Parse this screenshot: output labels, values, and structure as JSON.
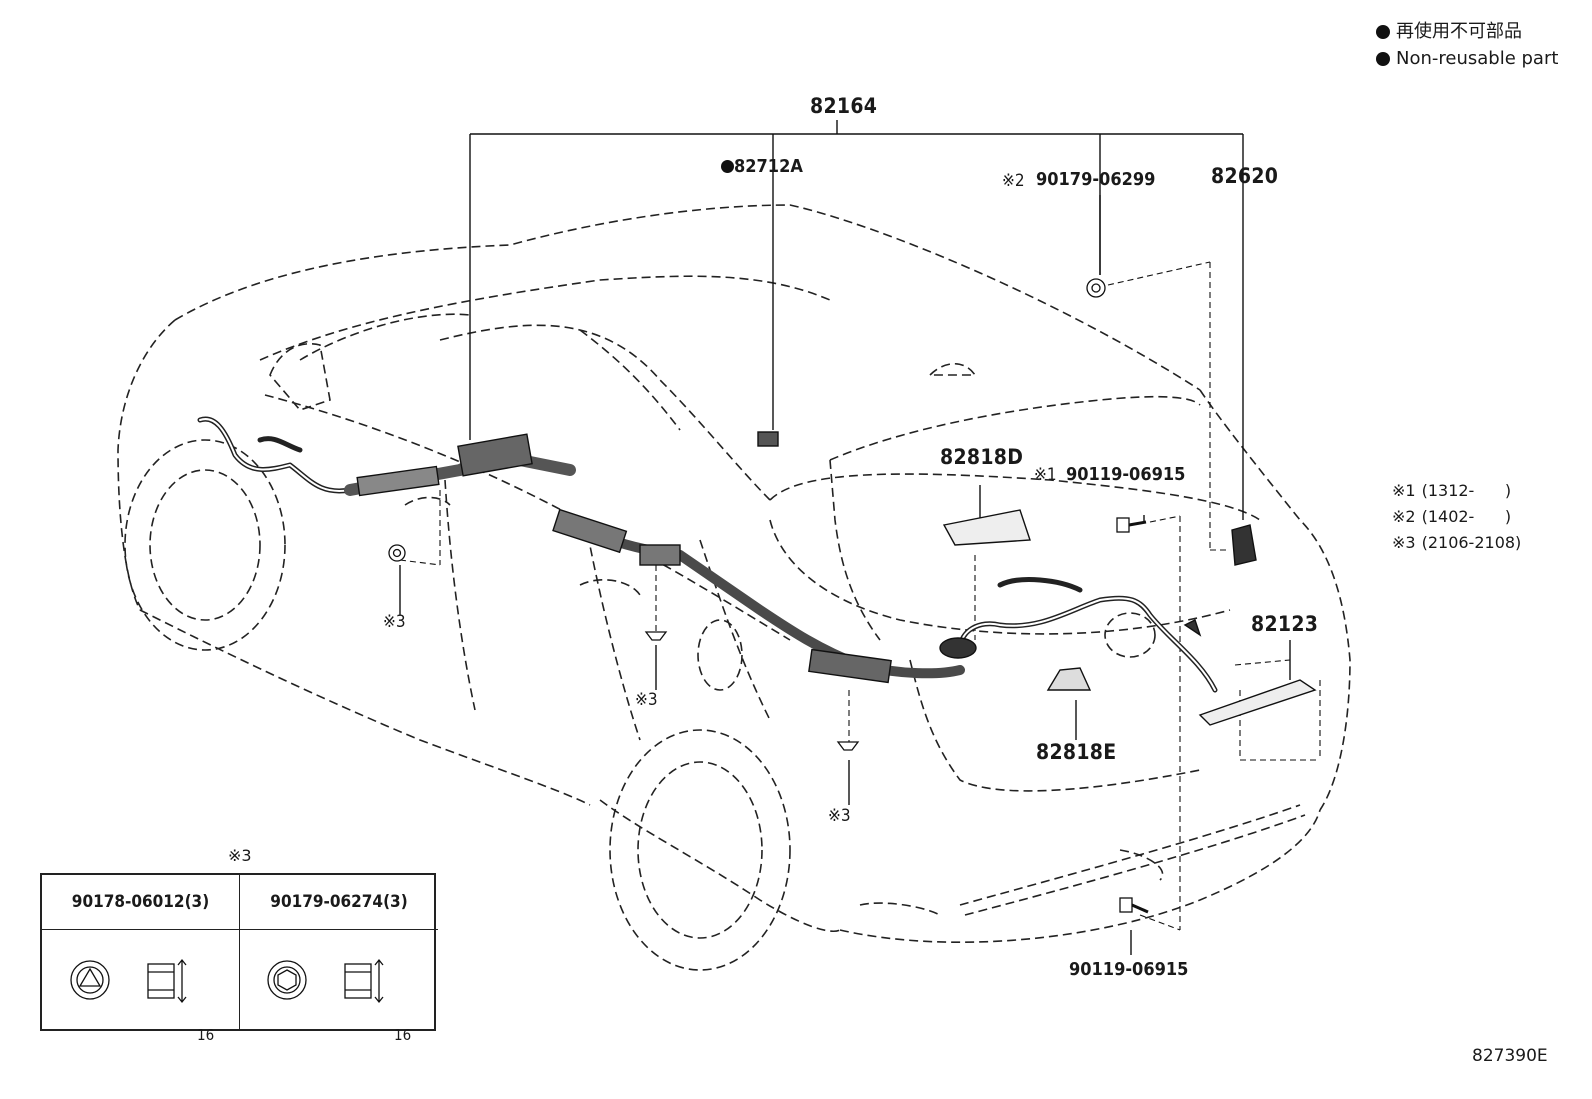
{
  "legend": {
    "items": [
      {
        "symbol": "filled-dot",
        "text": "再使用不可部品"
      },
      {
        "symbol": "filled-dot",
        "text": "Non-reusable part"
      }
    ]
  },
  "labels": {
    "p82164": "82164",
    "p82712A": "82712A",
    "p90179_06299": "90179-06299",
    "p90179_06299_mark": "※2",
    "p82620": "82620",
    "p82818D": "82818D",
    "p90119_06915_top": "90119-06915",
    "p90119_06915_top_mark": "※1",
    "p82123": "82123",
    "p82818E": "82818E",
    "p90119_06915_bottom": "90119-06915",
    "ref3_a": "※3",
    "ref3_b": "※3",
    "ref3_c": "※3"
  },
  "notes": [
    {
      "mark": "※1",
      "range": "(1312-      )"
    },
    {
      "mark": "※2",
      "range": "(1402-      )"
    },
    {
      "mark": "※3",
      "range": "(2106-2108)"
    }
  ],
  "inset": {
    "title": "※3",
    "columns": [
      {
        "part": "90178-06012(3)",
        "dimension": "16"
      },
      {
        "part": "90179-06274(3)",
        "dimension": "16"
      }
    ]
  },
  "figure_id": "827390E"
}
